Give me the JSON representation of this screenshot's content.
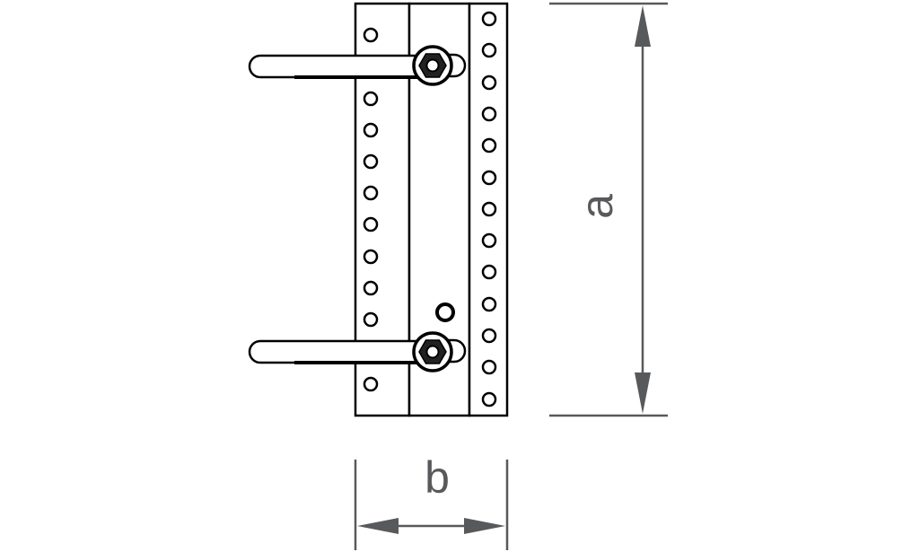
{
  "dimensions": {
    "a_label": "a",
    "b_label": "b"
  },
  "colors": {
    "line": "#000000",
    "dimension": "#58595b"
  },
  "parts": {
    "bracket": "perforated-mounting-plate",
    "fasteners": "hex-bolt",
    "rods": "u-bolt-rod"
  }
}
